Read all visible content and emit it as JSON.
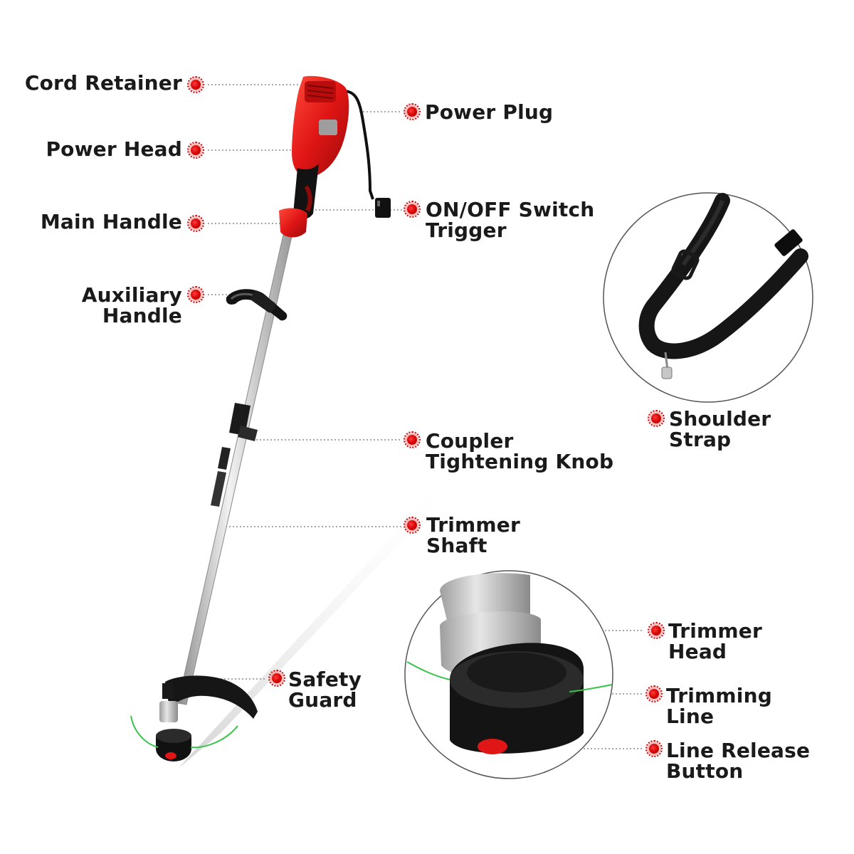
{
  "callouts": {
    "cord_retainer": "Cord Retainer",
    "power_head": "Power Head",
    "main_handle": "Main Handle",
    "auxiliary_handle": "Auxiliary\nHandle",
    "power_plug": "Power Plug",
    "on_off_switch_trigger": "ON/OFF Switch\nTrigger",
    "coupler_tightening_knob": "Coupler\nTightening Knob",
    "trimmer_shaft": "Trimmer\nShaft",
    "safety_guard": "Safety\nGuard",
    "shoulder_strap": "Shoulder\nStrap",
    "trimmer_head": "Trimmer\nHead",
    "trimming_line": "Trimming\nLine",
    "line_release_button": "Line Release\nButton"
  },
  "colors": {
    "marker": "#d30000",
    "tool_red": "#e01515",
    "tool_black": "#151515",
    "shaft_silver": "#c9c9c9",
    "trim_line_green": "#39c24a",
    "text": "#1a1a1a"
  }
}
